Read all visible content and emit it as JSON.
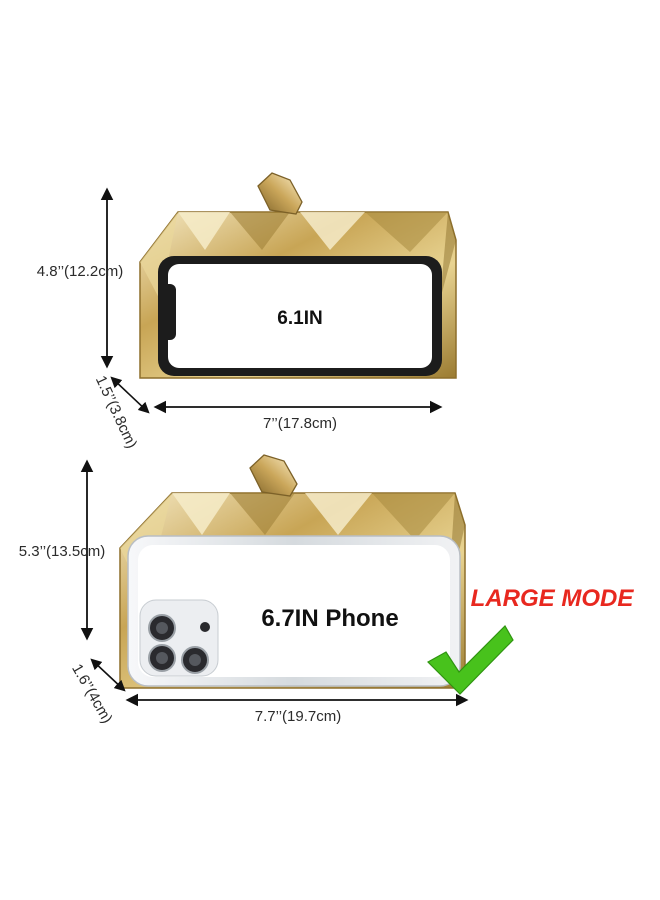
{
  "colors": {
    "gold_light": "#efe2b6",
    "gold_mid": "#c9a758",
    "gold_dark": "#8d6f2c",
    "badge_red": "#e8281f",
    "check_green": "#48c21c",
    "phone_bezel": "#1c1c1c",
    "phone_silver": "#d9dde2"
  },
  "top_item": {
    "height_label": "4.8’’(12.2cm)",
    "depth_label": "1.5’’(3.8cm)",
    "width_label": "7’’(17.8cm)",
    "phone_label": "6.1IN"
  },
  "bottom_item": {
    "height_label": "5.3’’(13.5cm)",
    "depth_label": "1.6’’(4cm)",
    "width_label": "7.7’’(19.7cm)",
    "phone_label": "6.7IN Phone",
    "badge_label": "LARGE MODE",
    "check_icon": "check-icon"
  }
}
